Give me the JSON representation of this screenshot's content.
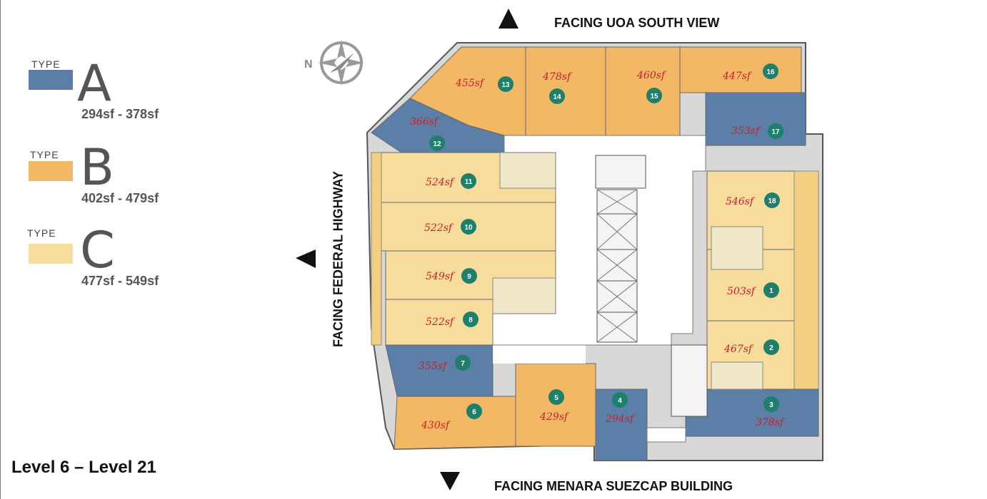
{
  "legend": [
    {
      "type_label": "TYPE",
      "letter": "A",
      "range": "294sf - 378sf",
      "color": "#5b7fa6"
    },
    {
      "type_label": "TYPE",
      "letter": "B",
      "range": "402sf - 479sf",
      "color": "#f3b865"
    },
    {
      "type_label": "TYPE",
      "letter": "C",
      "range": "477sf - 549sf",
      "color": "#f7dc9c"
    }
  ],
  "level_label": "Level 6 – Level 21",
  "facing": {
    "top": "FACING UOA SOUTH VIEW",
    "bottom": "FACING MENARA SUEZCAP BUILDING",
    "left": "FACING FEDERAL HIGHWAY"
  },
  "compass": {
    "label": "N",
    "icon": "compass-icon"
  },
  "units": [
    {
      "num": "1",
      "area": "503sf",
      "type": "C"
    },
    {
      "num": "2",
      "area": "467sf",
      "type": "C"
    },
    {
      "num": "3",
      "area": "378sf",
      "type": "A"
    },
    {
      "num": "4",
      "area": "294sf",
      "type": "A"
    },
    {
      "num": "5",
      "area": "429sf",
      "type": "B"
    },
    {
      "num": "6",
      "area": "430sf",
      "type": "B"
    },
    {
      "num": "7",
      "area": "355sf",
      "type": "A"
    },
    {
      "num": "8",
      "area": "522sf",
      "type": "C"
    },
    {
      "num": "9",
      "area": "549sf",
      "type": "C"
    },
    {
      "num": "10",
      "area": "522sf",
      "type": "C"
    },
    {
      "num": "11",
      "area": "524sf",
      "type": "C"
    },
    {
      "num": "12",
      "area": "366sf",
      "type": "A"
    },
    {
      "num": "13",
      "area": "455sf",
      "type": "B"
    },
    {
      "num": "14",
      "area": "478sf",
      "type": "B"
    },
    {
      "num": "15",
      "area": "460sf",
      "type": "B"
    },
    {
      "num": "16",
      "area": "447sf",
      "type": "B"
    },
    {
      "num": "17",
      "area": "353sf",
      "type": "A"
    },
    {
      "num": "18",
      "area": "546sf",
      "type": "C"
    }
  ],
  "colors": {
    "type_a": "#5b7fa6",
    "type_b": "#f3b865",
    "type_c": "#f7dc9c",
    "badge": "#1e7f6b",
    "area_text": "#c8202a",
    "wall": "#444444",
    "core": "#ffffff"
  }
}
